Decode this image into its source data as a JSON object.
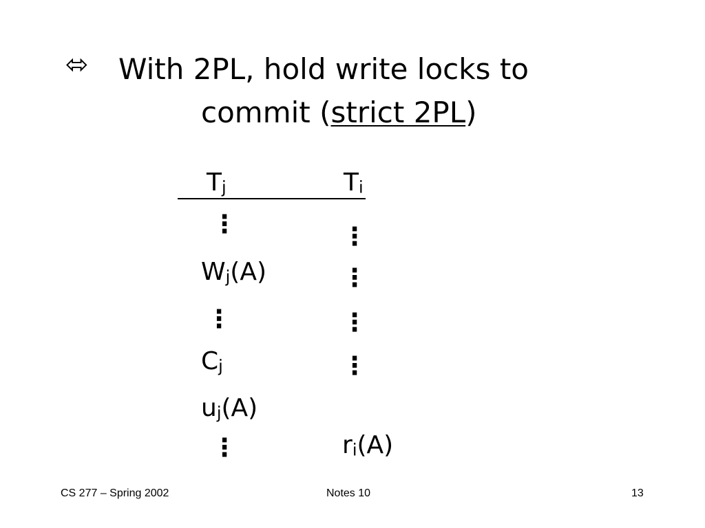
{
  "title": {
    "bullet": "⬄",
    "line1": "With 2PL, hold write locks to",
    "line2_before": "commit (",
    "line2_underlined": "strict 2PL",
    "line2_after": ")"
  },
  "schedule": {
    "header_j_base": "T",
    "header_j_sub": "j",
    "header_i_base": "T",
    "header_i_sub": "i",
    "ellipsis": "⋮",
    "col_j": {
      "write_base": "W",
      "write_sub": "j",
      "write_arg": "(A)",
      "commit_base": "C",
      "commit_sub": "j",
      "unlock_base": "u",
      "unlock_sub": "j",
      "unlock_arg": "(A)"
    },
    "col_i": {
      "read_base": "r",
      "read_sub": "i",
      "read_arg": "(A)"
    }
  },
  "footer": {
    "left": "CS 277 – Spring 2002",
    "center": "Notes 10",
    "right": "13"
  }
}
